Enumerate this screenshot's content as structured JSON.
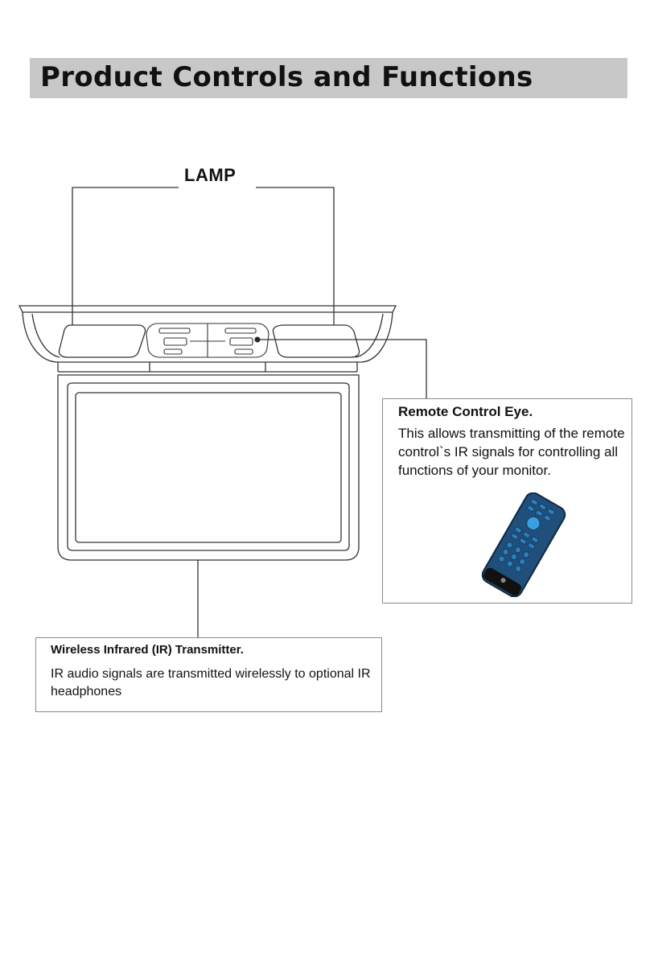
{
  "page": {
    "title": "Product Controls and Functions"
  },
  "diagram": {
    "lamp_label": "LAMP"
  },
  "remote_eye": {
    "title": "Remote Control Eye.",
    "body": "This allows transmitting of the remote control`s IR signals for controlling all functions of your monitor.",
    "icon": "remote-control-icon"
  },
  "ir_transmitter": {
    "title": "Wireless Infrared (IR) Transmitter.",
    "body": "IR audio signals are transmitted wirelessly to optional IR headphones"
  },
  "colors": {
    "title_bar": "#c8c8c8",
    "remote_body": "#1f4f7a",
    "remote_buttons": "#2b7fbf"
  }
}
